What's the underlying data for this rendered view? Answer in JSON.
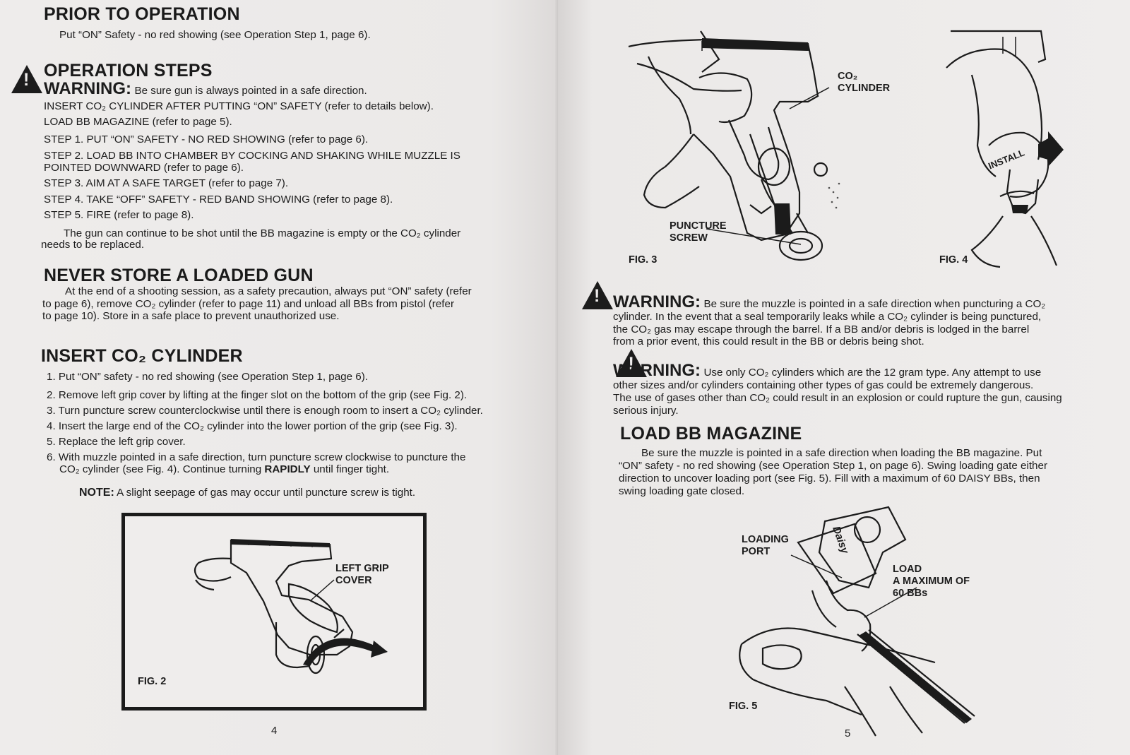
{
  "left": {
    "prior": {
      "heading": "PRIOR TO OPERATION",
      "text": "Put “ON” Safety - no red showing (see Operation Step 1, page 6)."
    },
    "operation_steps": {
      "heading": "OPERATION STEPS",
      "warning_word": "WARNING:",
      "warning_text": "Be sure gun is always pointed in a safe direction.",
      "line1": "INSERT CO₂ CYLINDER AFTER PUTTING “ON” SAFETY (refer to details  below).",
      "line2": "LOAD BB MAGAZINE (refer to page 5).",
      "step1": "STEP 1. PUT “ON” SAFETY - NO RED SHOWING (refer to page 6).",
      "step2a": "STEP 2. LOAD BB INTO CHAMBER BY COCKING AND SHAKING WHILE MUZZLE IS",
      "step2b": "POINTED DOWNWARD (refer to page 6).",
      "step3": "STEP 3. AIM AT A SAFE TARGET (refer to page 7).",
      "step4": "STEP 4. TAKE “OFF” SAFETY - RED BAND SHOWING (refer to page 8).",
      "step5": "STEP 5. FIRE (refer to page 8).",
      "continue_a": "The gun can continue to be shot until the BB magazine is empty or the CO₂ cylinder",
      "continue_b": "needs to be replaced."
    },
    "never_store": {
      "heading": "NEVER STORE A LOADED GUN",
      "l1": "At the end of a shooting session, as a safety precaution, always put “ON” safety (refer",
      "l2": "to page 6),   remove CO₂ cylinder (refer to page 11) and unload all BBs from pistol (refer",
      "l3": "to page 10). Store in a safe place to prevent unauthorized use."
    },
    "insert": {
      "heading": "INSERT CO₂ CYLINDER",
      "i1": "1. Put “ON” safety - no red showing (see Operation Step 1, page 6).",
      "i2": "2. Remove left grip cover by lifting at the finger slot on the bottom of the grip (see Fig. 2).",
      "i3": "3. Turn puncture screw counterclockwise until there is enough room to insert a CO₂ cylinder.",
      "i4": "4. Insert the large end of the CO₂ cylinder into the lower portion of the grip (see Fig. 3).",
      "i5": "5. Replace the left grip cover.",
      "i6a": "6. With muzzle pointed in a safe direction, turn puncture screw clockwise to puncture the",
      "i6b_pre": "CO₂ cylinder (see Fig. 4). Continue turning ",
      "i6b_bold": "RAPIDLY",
      "i6b_post": " until finger tight.",
      "note_label": "NOTE:",
      "note_text": "A slight seepage of gas may occur until puncture screw is tight."
    },
    "fig2": {
      "label": "FIG. 2",
      "callout": "LEFT GRIP\nCOVER"
    },
    "page_number": "4"
  },
  "right": {
    "fig3": {
      "label": "FIG. 3",
      "co2": "CO₂\nCYLINDER",
      "puncture": "PUNCTURE\nSCREW"
    },
    "fig4": {
      "label": "FIG. 4",
      "install": "INSTALL"
    },
    "warning1": {
      "word": "WARNING:",
      "l1": "Be sure the muzzle is pointed in a safe direction when puncturing a CO₂",
      "l2": "cylinder. In the event that a seal temporarily leaks while a CO₂ cylinder is being punctured,",
      "l3": "the CO₂ gas may escape through the barrel. If a BB and/or debris is lodged in the barrel",
      "l4": "from a prior event, this could result in the BB or debris being shot."
    },
    "warning2": {
      "word": "WARNING:",
      "l1": "Use only CO₂ cylinders which are the 12 gram type. Any attempt to use",
      "l2": "other sizes and/or cylinders containing other types of gas could be extremely dangerous.",
      "l3": "The use of gases other than CO₂ could result in an explosion or could rupture the gun, causing",
      "l4": "serious injury."
    },
    "load": {
      "heading": "LOAD BB MAGAZINE",
      "l1": "Be sure the muzzle is pointed in a safe direction when loading the BB magazine. Put",
      "l2": "“ON” safety - no red showing (see Operation Step 1, on page 6).   Swing loading gate either",
      "l3": "direction to uncover loading port (see Fig. 5). Fill with a maximum of 60 DAISY BBs, then",
      "l4": "swing loading gate closed."
    },
    "fig5": {
      "label": "FIG. 5",
      "port": "LOADING\nPORT",
      "max": "LOAD\nA MAXIMUM OF\n60 BBs",
      "brand": "Daisy"
    },
    "page_number": "5"
  }
}
